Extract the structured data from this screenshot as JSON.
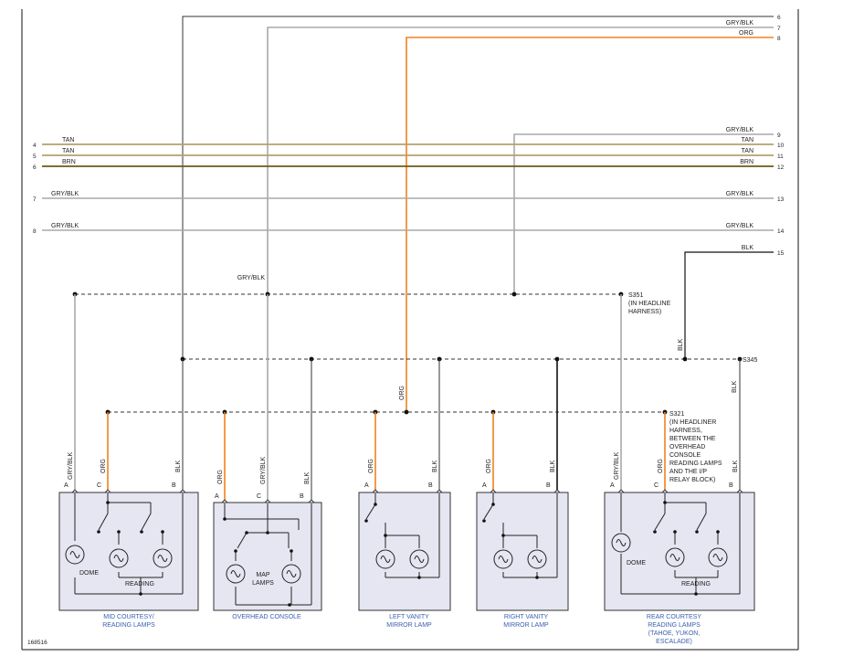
{
  "colors": {
    "gray": "#a9a9a9",
    "orange": "#f0821e",
    "tan": "#b5a06a",
    "brown": "#6b5a1a",
    "black": "#111111",
    "component_fill": "#e6e6f2",
    "caption": "#3a5fb0"
  },
  "diagram_id": "168516",
  "wires": {
    "w6_num": "6",
    "w7_num": "7",
    "w7_color": "GRY/BLK",
    "w8_num": "8",
    "w8_color": "ORG",
    "w9_num": "9",
    "w9_color": "GRY/BLK",
    "tan_upper_left_num": "4",
    "tan_upper_left_color": "TAN",
    "tan_upper_right_color": "TAN",
    "tan_upper_right_num": "10",
    "tan_lower_left_num": "5",
    "tan_lower_left_color": "TAN",
    "tan_lower_right_color": "TAN",
    "tan_lower_right_num": "11",
    "brn_left_num": "6",
    "brn_left_color": "BRN",
    "brn_right_color": "BRN",
    "brn_right_num": "12",
    "gry13_left_num": "7",
    "gry13_left_color": "GRY/BLK",
    "gry13_right_color": "GRY/BLK",
    "gry13_right_num": "13",
    "gry14_left_num": "8",
    "gry14_left_color": "GRY/BLK",
    "gry14_right_color": "GRY/BLK",
    "gry14_right_num": "14",
    "blk15_color": "BLK",
    "blk15_num": "15",
    "console_feed_color": "GRY/BLK",
    "s345_drop_color": "BLK",
    "rear_blk_color": "BLK",
    "org_vertical_color": "ORG"
  },
  "splices": {
    "s351_name": "S351",
    "s351_line1": "(IN HEADLINE",
    "s351_line2": "HARNESS)",
    "s345_name": "S345",
    "s321_name": "S321",
    "s321_lines": [
      "(IN HEADLINER",
      "HARNESS,",
      "BETWEEN THE",
      "OVERHEAD",
      "CONSOLE",
      "READING LAMPS",
      "AND THE I/P",
      "RELAY BLOCK)"
    ]
  },
  "components": {
    "mid": {
      "caption1": "MID COURTESY/",
      "caption2": "READING LAMPS",
      "pin_a": "A",
      "pin_c": "C",
      "pin_b": "B",
      "wire_a": "GRY/BLK",
      "wire_c": "ORG",
      "wire_b": "BLK",
      "dome": "DOME",
      "reading": "READING"
    },
    "console": {
      "caption": "OVERHEAD CONSOLE",
      "pin_a": "A",
      "pin_c": "C",
      "pin_b": "B",
      "wire_a": "ORG",
      "wire_c": "GRY/BLK",
      "wire_b": "BLK",
      "map1": "MAP",
      "map2": "LAMPS"
    },
    "left_vanity": {
      "caption1": "LEFT VANITY",
      "caption2": "MIRROR LAMP",
      "pin_a": "A",
      "pin_b": "B",
      "wire_a": "ORG",
      "wire_b": "BLK"
    },
    "right_vanity": {
      "caption1": "RIGHT VANITY",
      "caption2": "MIRROR LAMP",
      "pin_a": "A",
      "pin_b": "B",
      "wire_a": "ORG",
      "wire_b": "BLK"
    },
    "rear": {
      "caption1": "REAR COURTESY",
      "caption2": "READING LAMPS",
      "caption3": "(TAHOE, YUKON,",
      "caption4": "ESCALADE)",
      "pin_a": "A",
      "pin_c": "C",
      "pin_b": "B",
      "wire_a": "GRY/BLK",
      "wire_c": "ORG",
      "wire_b": "BLK",
      "dome": "DOME",
      "reading": "READING"
    }
  }
}
